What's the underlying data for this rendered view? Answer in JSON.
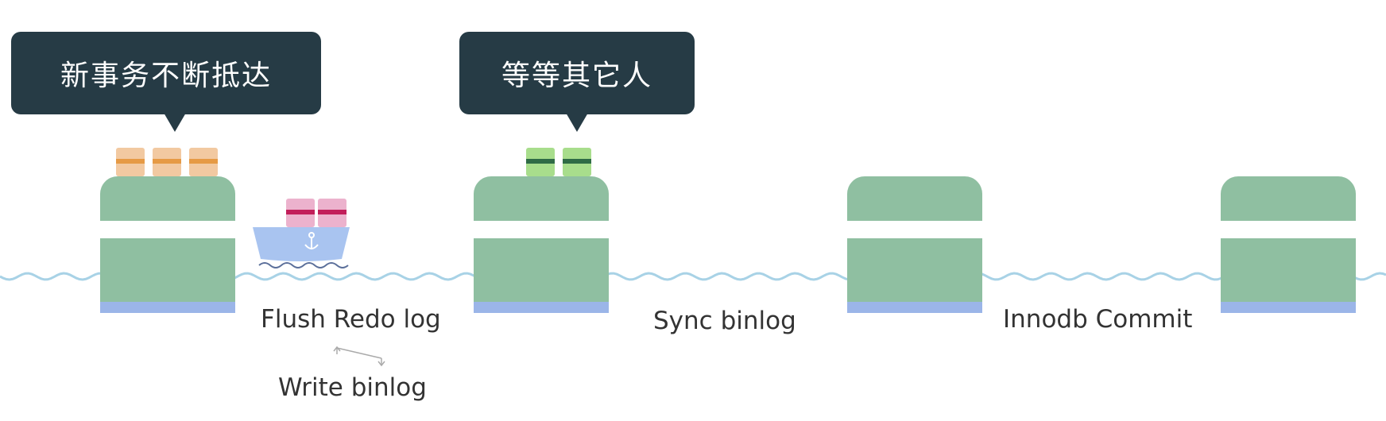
{
  "bubbles": {
    "new_transactions": "新事务不断抵达",
    "wait_others": "等等其它人"
  },
  "steps": {
    "flush_redo_log": "Flush Redo log",
    "write_binlog": "Write binlog",
    "sync_binlog": "Sync binlog",
    "innodb_commit": "Innodb Commit"
  },
  "icons": {
    "ship": "ship-icon",
    "anchor": "anchor-icon",
    "cargo": "cargo-box-icon",
    "arrows": "swap-arrows-icon"
  },
  "colors": {
    "bubble_bg": "#263b45",
    "station_green": "#8fbfa1",
    "station_base_blue": "#9bb5e8",
    "cargo_orange": "#f2c9a1",
    "cargo_orange_band": "#e69a45",
    "cargo_green": "#a8dd8c",
    "cargo_green_band": "#2f6b45",
    "cargo_pink": "#ecb2cd",
    "cargo_pink_band": "#c21e5a",
    "ship_blue": "#a9c4f0",
    "water_line": "#a8d2e6"
  }
}
